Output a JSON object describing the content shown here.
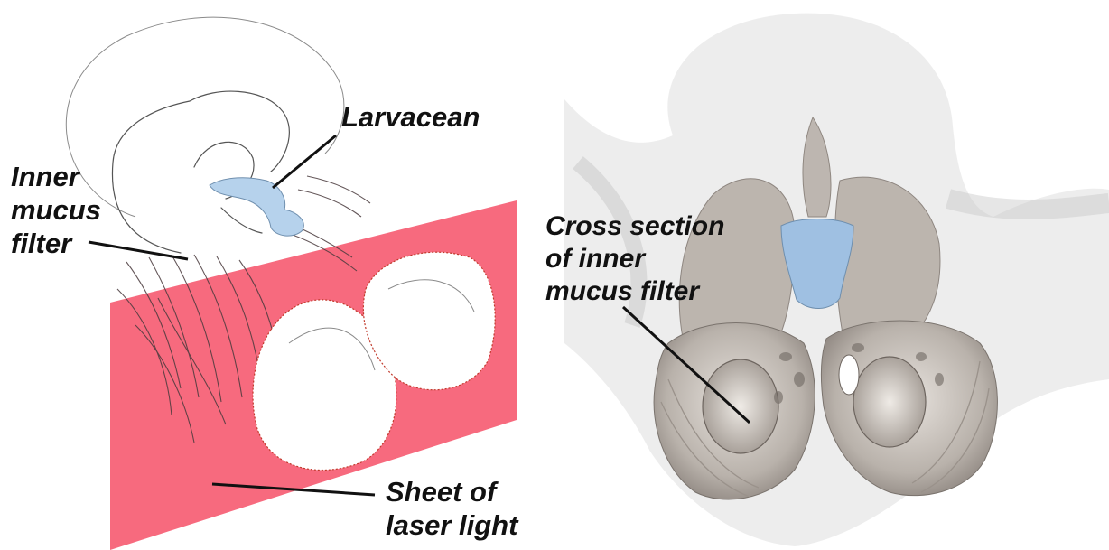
{
  "left_panel": {
    "labels": {
      "larvacean": "Larvacean",
      "inner_filter": [
        "Inner",
        "mucus",
        "filter"
      ],
      "laser_sheet": [
        "Sheet of",
        "laser light"
      ]
    }
  },
  "right_panel": {
    "labels": {
      "cross_section": [
        "Cross section",
        "of inner",
        "mucus filter"
      ]
    }
  },
  "colors": {
    "laser_sheet": "#f76a7e",
    "larvacean_body": "#b6d2ec",
    "filter_tissue": "#cfc9c2",
    "house_translucent": "#d8d8d8"
  }
}
